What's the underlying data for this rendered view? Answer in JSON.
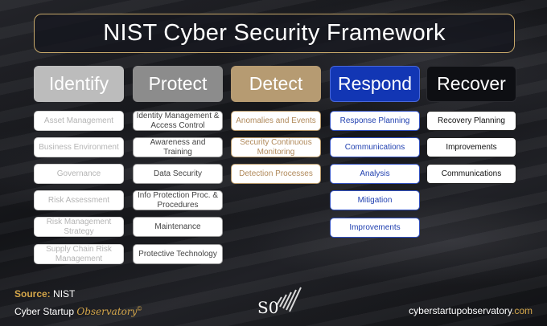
{
  "title": "NIST Cyber Security Framework",
  "colors": {
    "identify": "#b9b9b9",
    "protect": "#8a8a8a",
    "detect": "#b59a72",
    "respond": "#1236b4",
    "recover": "#0e0f13",
    "accent_gold": "#d4a64a"
  },
  "columns": [
    {
      "name": "Identify",
      "items": [
        "Asset Management",
        "Business Environment",
        "Governance",
        "Risk Assessment",
        "Risk Management Strategy",
        "Supply Chain Risk Management"
      ]
    },
    {
      "name": "Protect",
      "items": [
        "Identity Management & Access Control",
        "Awareness and Training",
        "Data Security",
        "Info Protection Proc. & Procedures",
        "Maintenance",
        "Protective Technology"
      ]
    },
    {
      "name": "Detect",
      "items": [
        "Anomalies and Events",
        "Security Continuous Monitoring",
        "Detection Processes"
      ]
    },
    {
      "name": "Respond",
      "items": [
        "Response Planning",
        "Communications",
        "Analysis",
        "Mitigation",
        "Improvements"
      ]
    },
    {
      "name": "Recover",
      "items": [
        "Recovery Planning",
        "Improvements",
        "Communications"
      ]
    }
  ],
  "footer": {
    "source_label": "Source:",
    "source_value": "NIST",
    "brand_prefix": "Cyber Startup",
    "brand_suffix": "Observatory",
    "brand_mark": "©",
    "url_main": "cyberstartupobservatory",
    "url_tld": ".com",
    "logo_text": "S0"
  }
}
